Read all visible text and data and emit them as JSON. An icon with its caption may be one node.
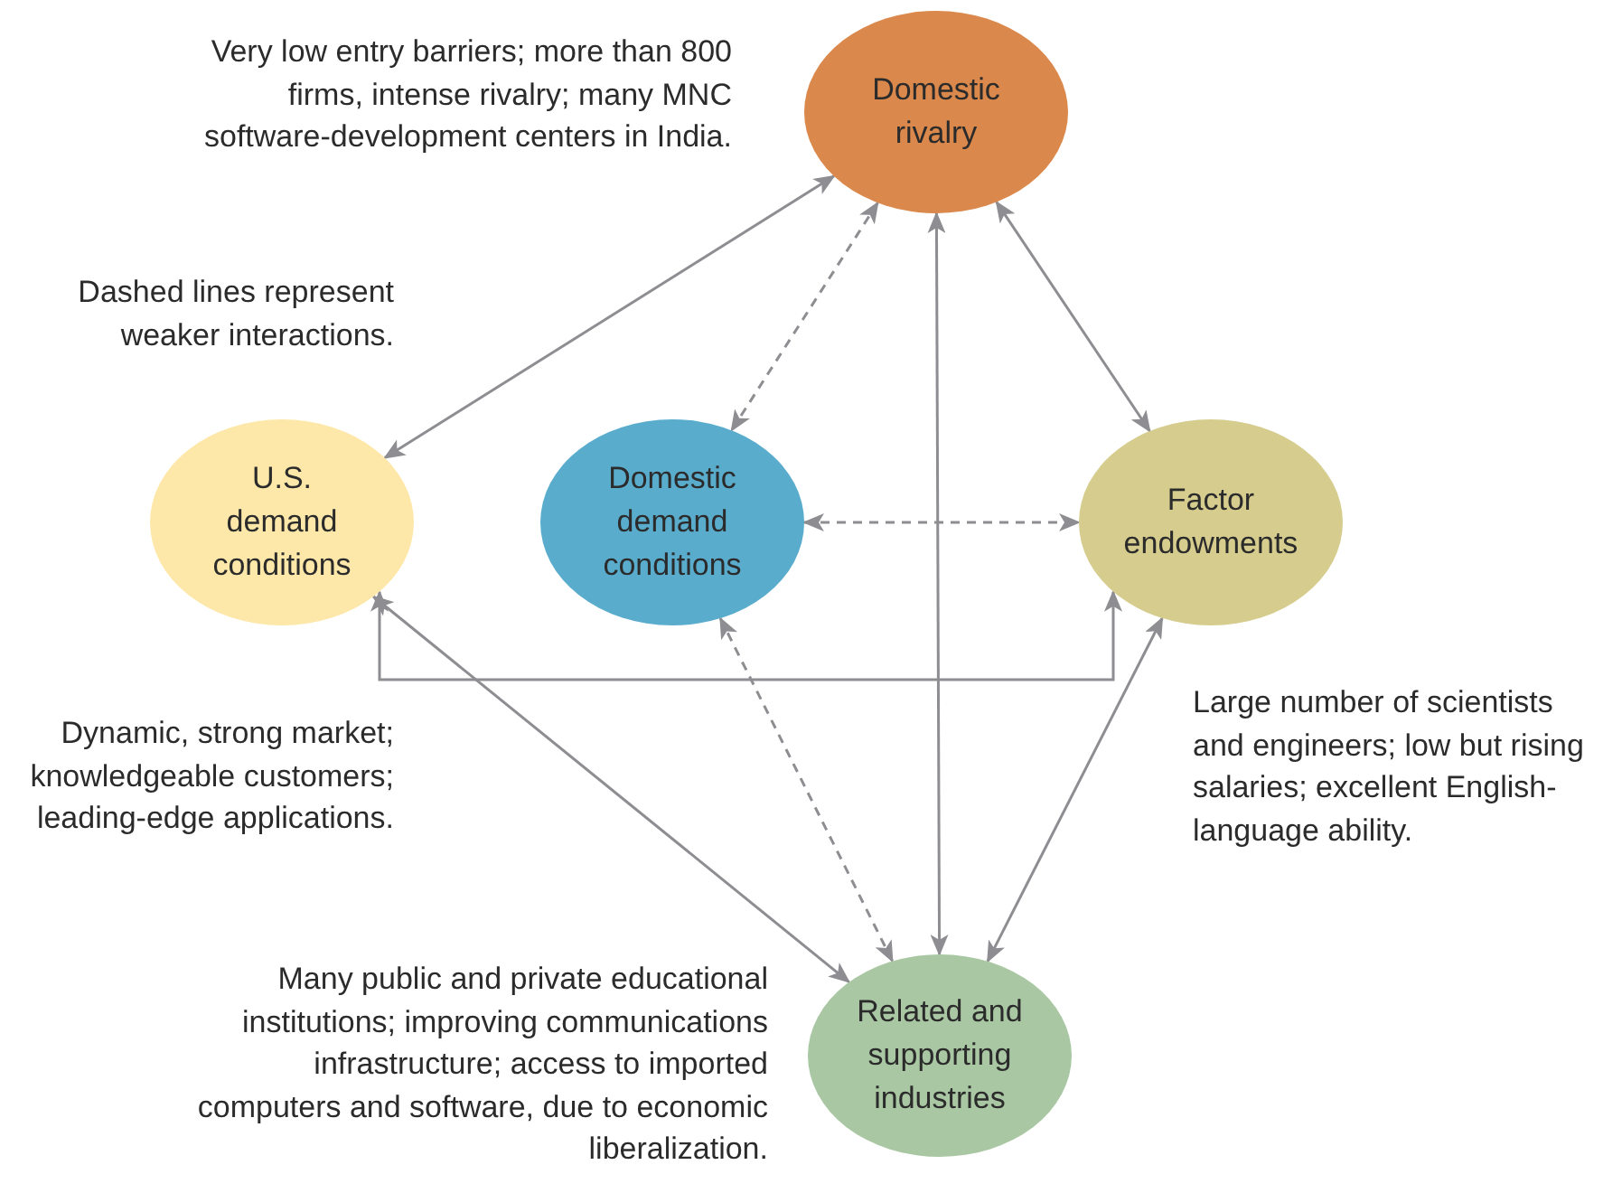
{
  "diagram": {
    "nodes": [
      {
        "text": [
          "Domestic rivalry"
        ]
      },
      {
        "text": [
          "U.S. demand conditions"
        ]
      },
      {
        "text": [
          "Domestic demand conditions"
        ]
      },
      {
        "text": [
          "Factor endowments"
        ]
      },
      {
        "text": [
          "Related and supporting industries"
        ]
      }
    ],
    "edges": [
      {
        "from": 0,
        "to": 1,
        "arrow": "both"
      },
      {
        "from": 0,
        "to": 2,
        "arrow": "both",
        "style": "dashed"
      },
      {
        "from": 0,
        "to": 4,
        "arrow": "both"
      },
      {
        "from": 0,
        "to": 3,
        "arrow": "both"
      },
      {
        "from": 2,
        "to": 3,
        "arrow": "both",
        "style": "dashed"
      },
      {
        "from": 1,
        "to": 3,
        "arrow": "both"
      },
      {
        "from": 1,
        "to": 4,
        "arrow": "both"
      },
      {
        "from": 2,
        "to": 4,
        "arrow": "both",
        "style": "dashed"
      },
      {
        "from": 3,
        "to": 4,
        "arrow": "both"
      }
    ],
    "labels": [
      "Very low entry barriers; more than 800 firms, intense rivalry; many MNC software-development centers in India.",
      "Dashed lines represent weaker interactions.",
      "Dynamic, strong market; knowledgeable customers; leading-edge applications.",
      "Large number of scientists and engineers; low but rising salaries; excellent English-language ability.",
      "Many public and private educational institutions; improving communications infrastructure; access to imported computers and software, due to economic liberalization."
    ]
  }
}
